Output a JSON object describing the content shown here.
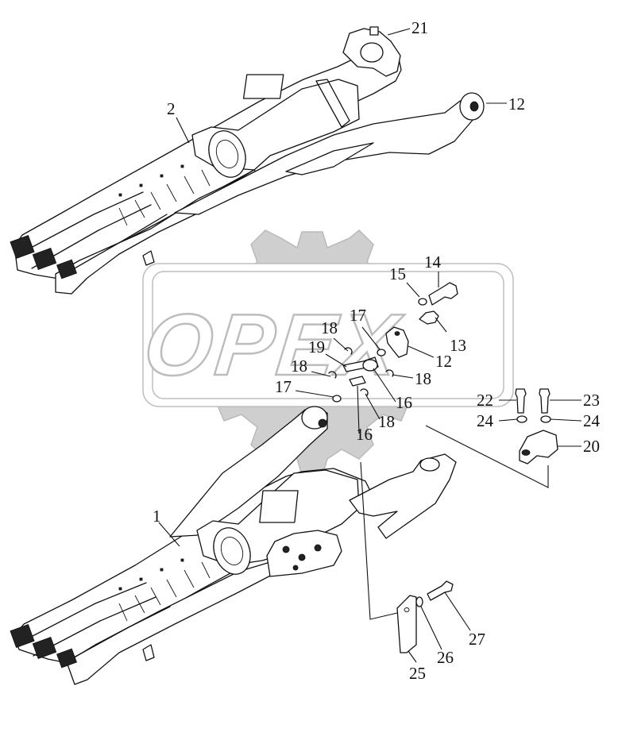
{
  "watermark": {
    "brand": "OPEX"
  },
  "callouts": {
    "c1": "1",
    "c2": "2",
    "c12a": "12",
    "c12b": "12",
    "c13": "13",
    "c14": "14",
    "c15": "15",
    "c16a": "16",
    "c16b": "16",
    "c17a": "17",
    "c17b": "17",
    "c18a": "18",
    "c18b": "18",
    "c18c": "18",
    "c18d": "18",
    "c19": "19",
    "c20": "20",
    "c21": "21",
    "c22": "22",
    "c23": "23",
    "c24a": "24",
    "c24b": "24",
    "c25": "25",
    "c26": "26",
    "c27": "27"
  }
}
